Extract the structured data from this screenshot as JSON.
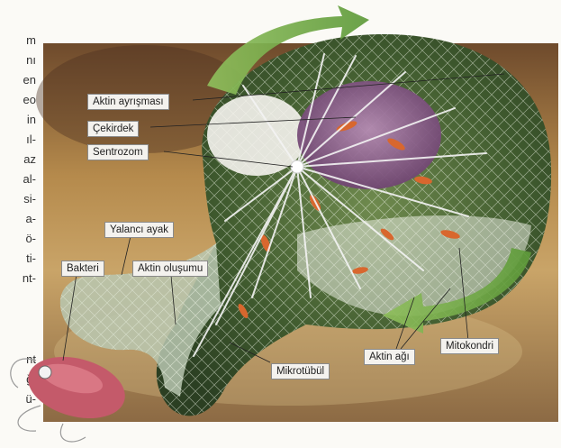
{
  "labels": {
    "aktin_ayrismasi": "Aktin ayrışması",
    "cekirdek": "Çekirdek",
    "sentrozom": "Sentrozom",
    "yalanci_ayak": "Yalancı ayak",
    "bakteri": "Bakteri",
    "aktin_olusumu": "Aktin oluşumu",
    "aktin_agi": "Aktin ağı",
    "mitokondri": "Mitokondri",
    "mikrotubul": "Mikrotübül"
  },
  "side_text_fragments": [
    "m",
    "nı",
    "en",
    "eo",
    "in",
    "ıl-",
    "az",
    "al-",
    "si-",
    "a-",
    "ö-",
    "ti-",
    "nt-",
    "nt",
    "ğı",
    "ü-"
  ]
}
